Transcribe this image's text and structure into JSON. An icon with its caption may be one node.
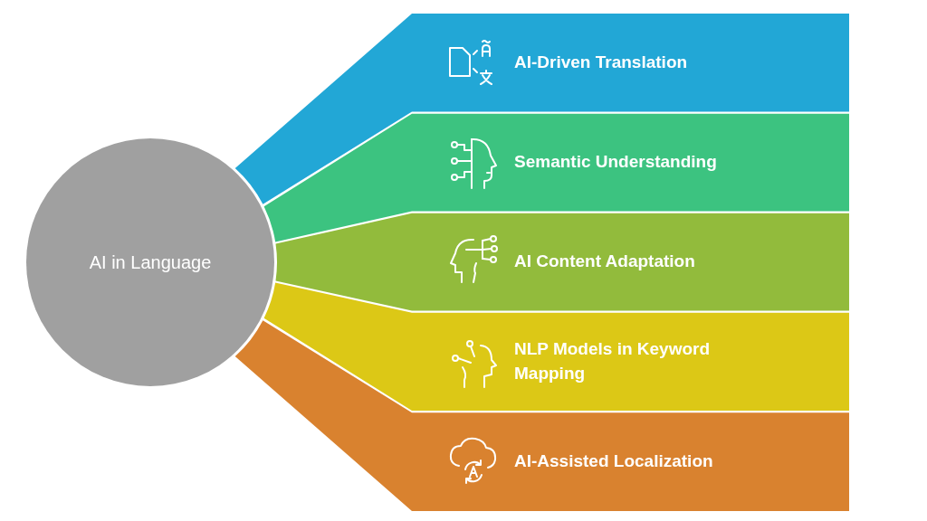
{
  "diagram": {
    "nodes": [
      {
        "text": [
          "AI in Language"
        ]
      },
      {
        "text": [
          "AI-Driven Translation"
        ]
      },
      {
        "text": [
          "Semantic Understanding"
        ]
      },
      {
        "text": [
          "AI Content Adaptation"
        ]
      },
      {
        "text": [
          "NLP Models in Keyword Mapping"
        ]
      },
      {
        "text": [
          "AI-Assisted Localization"
        ]
      }
    ]
  }
}
